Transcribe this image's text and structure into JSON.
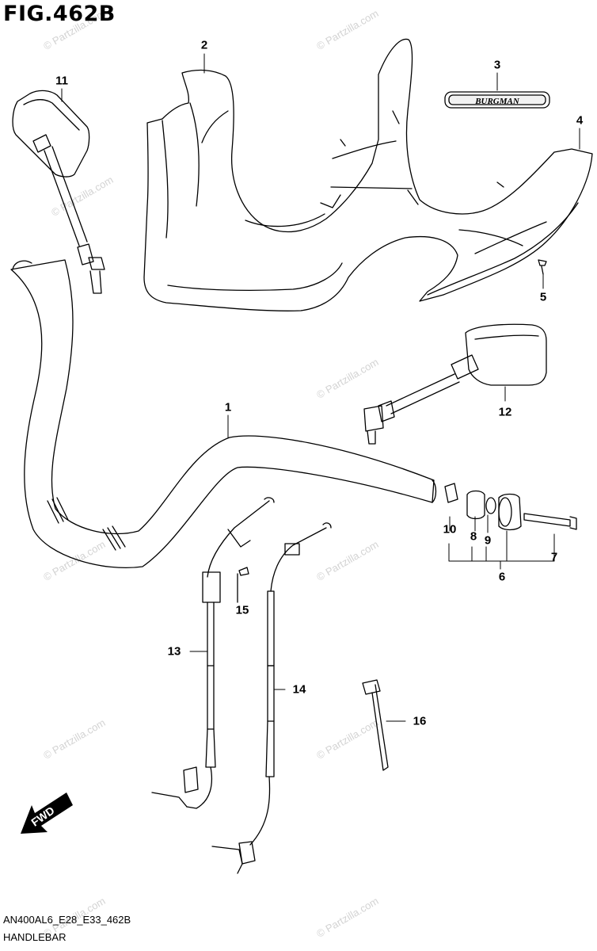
{
  "figure": {
    "title": "FIG.462B",
    "code": "AN400AL6_E28_E33_462B",
    "name": "HANDLEBAR"
  },
  "emblem_text": "BURGMAN",
  "fwd_label": "FWD",
  "watermark": "© Partzilla.com",
  "callouts": {
    "c1": "1",
    "c2": "2",
    "c3": "3",
    "c4": "4",
    "c5": "5",
    "c6": "6",
    "c7": "7",
    "c8": "8",
    "c9": "9",
    "c10": "10",
    "c11": "11",
    "c12": "12",
    "c13": "13",
    "c14": "14",
    "c15": "15",
    "c16": "16"
  },
  "icons": [
    "fwd-arrow-icon"
  ]
}
